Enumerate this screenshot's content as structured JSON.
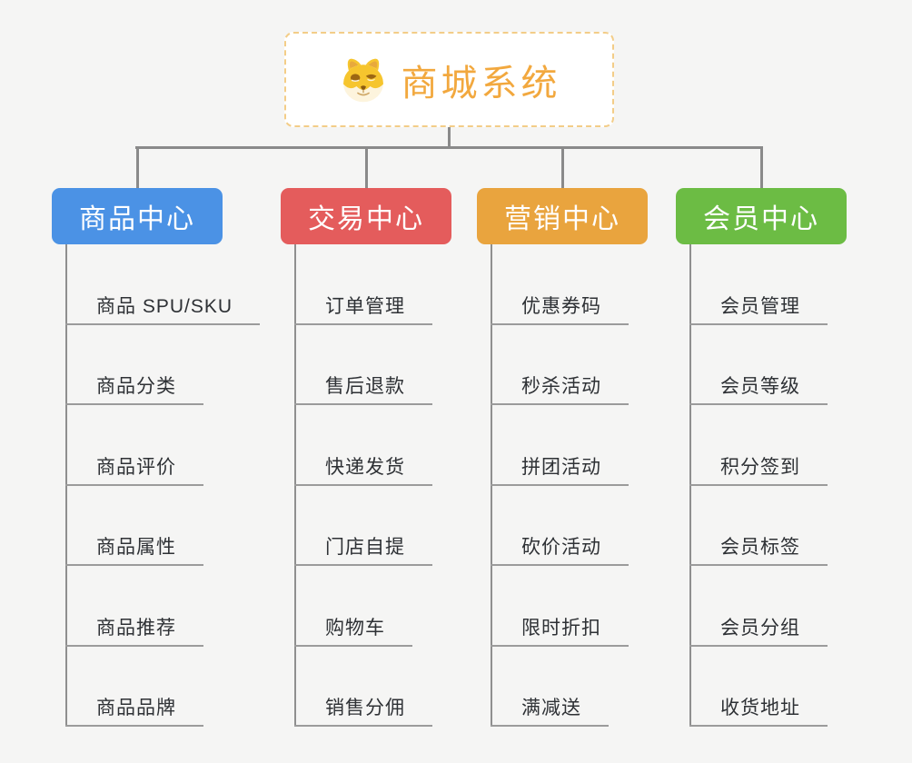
{
  "root": {
    "title": "商城系统",
    "icon": "dog-face",
    "accent_color": "#f2a83e",
    "border_color": "#f3cd88"
  },
  "branches": [
    {
      "label": "商品中心",
      "color": "#4b92e5",
      "children": [
        "商品 SPU/SKU",
        "商品分类",
        "商品评价",
        "商品属性",
        "商品推荐",
        "商品品牌"
      ]
    },
    {
      "label": "交易中心",
      "color": "#e45c5c",
      "children": [
        "订单管理",
        "售后退款",
        "快递发货",
        "门店自提",
        "购物车",
        "销售分佣"
      ]
    },
    {
      "label": "营销中心",
      "color": "#e9a43e",
      "children": [
        "优惠券码",
        "秒杀活动",
        "拼团活动",
        "砍价活动",
        "限时折扣",
        "满减送"
      ]
    },
    {
      "label": "会员中心",
      "color": "#6cbc44",
      "children": [
        "会员管理",
        "会员等级",
        "积分签到",
        "会员标签",
        "会员分组",
        "收货地址"
      ]
    }
  ],
  "colors": {
    "background": "#f5f5f4",
    "connector": "#8a8a8a",
    "underline": "#9b9b9b",
    "leaf_text": "#2e3135",
    "dog_yellow": "#f6c52e",
    "dog_cream": "#fdf4dd",
    "dog_brown": "#9c6612"
  }
}
